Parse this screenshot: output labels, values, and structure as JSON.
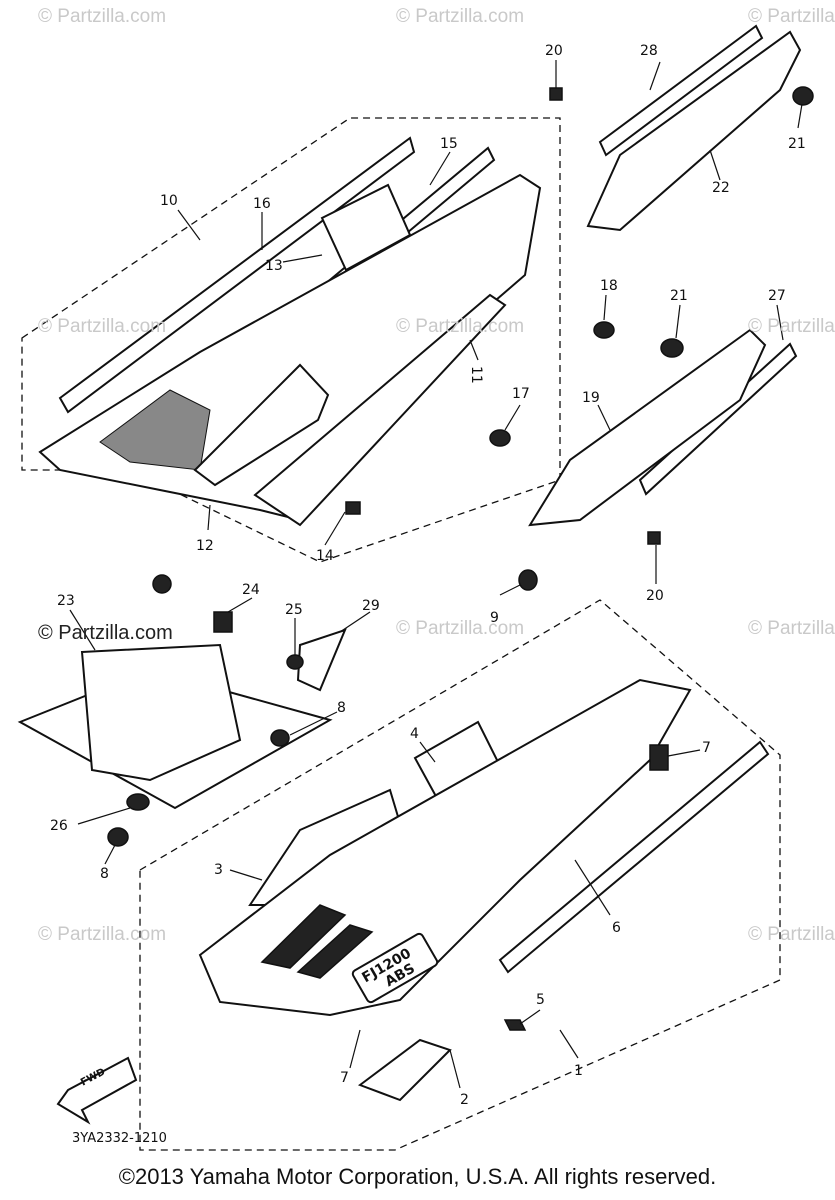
{
  "watermarks": [
    "© Partzilla.com",
    "© Partzilla.com",
    "© Partzilla.com",
    "© Partzilla.com",
    "© Partzilla.com",
    "© Partzilla.com",
    "© Partzilla.com",
    "© Partzilla.com",
    "© Partzilla.com",
    "© Partzilla.com",
    "© Partzilla.com"
  ],
  "callouts": {
    "c1": "1",
    "c2": "2",
    "c3": "3",
    "c4": "4",
    "c5": "5",
    "c6": "6",
    "c7a": "7",
    "c7b": "7",
    "c8a": "8",
    "c8b": "8",
    "c9": "9",
    "c10": "10",
    "c11": "11",
    "c12": "12",
    "c13": "13",
    "c14": "14",
    "c15": "15",
    "c16": "16",
    "c17": "17",
    "c18": "18",
    "c19": "19",
    "c20a": "20",
    "c20b": "20",
    "c21a": "21",
    "c21b": "21",
    "c22": "22",
    "c23": "23",
    "c24": "24",
    "c25": "25",
    "c26": "26",
    "c27": "27",
    "c28": "28",
    "c29": "29"
  },
  "fwd_label": "FWD",
  "badge_top": "FJ1200",
  "badge_bottom": "ABS",
  "diagram_ref": "3YA2332-1210",
  "copyright": "©2013 Yamaha Motor Corporation, U.S.A. All rights reserved."
}
